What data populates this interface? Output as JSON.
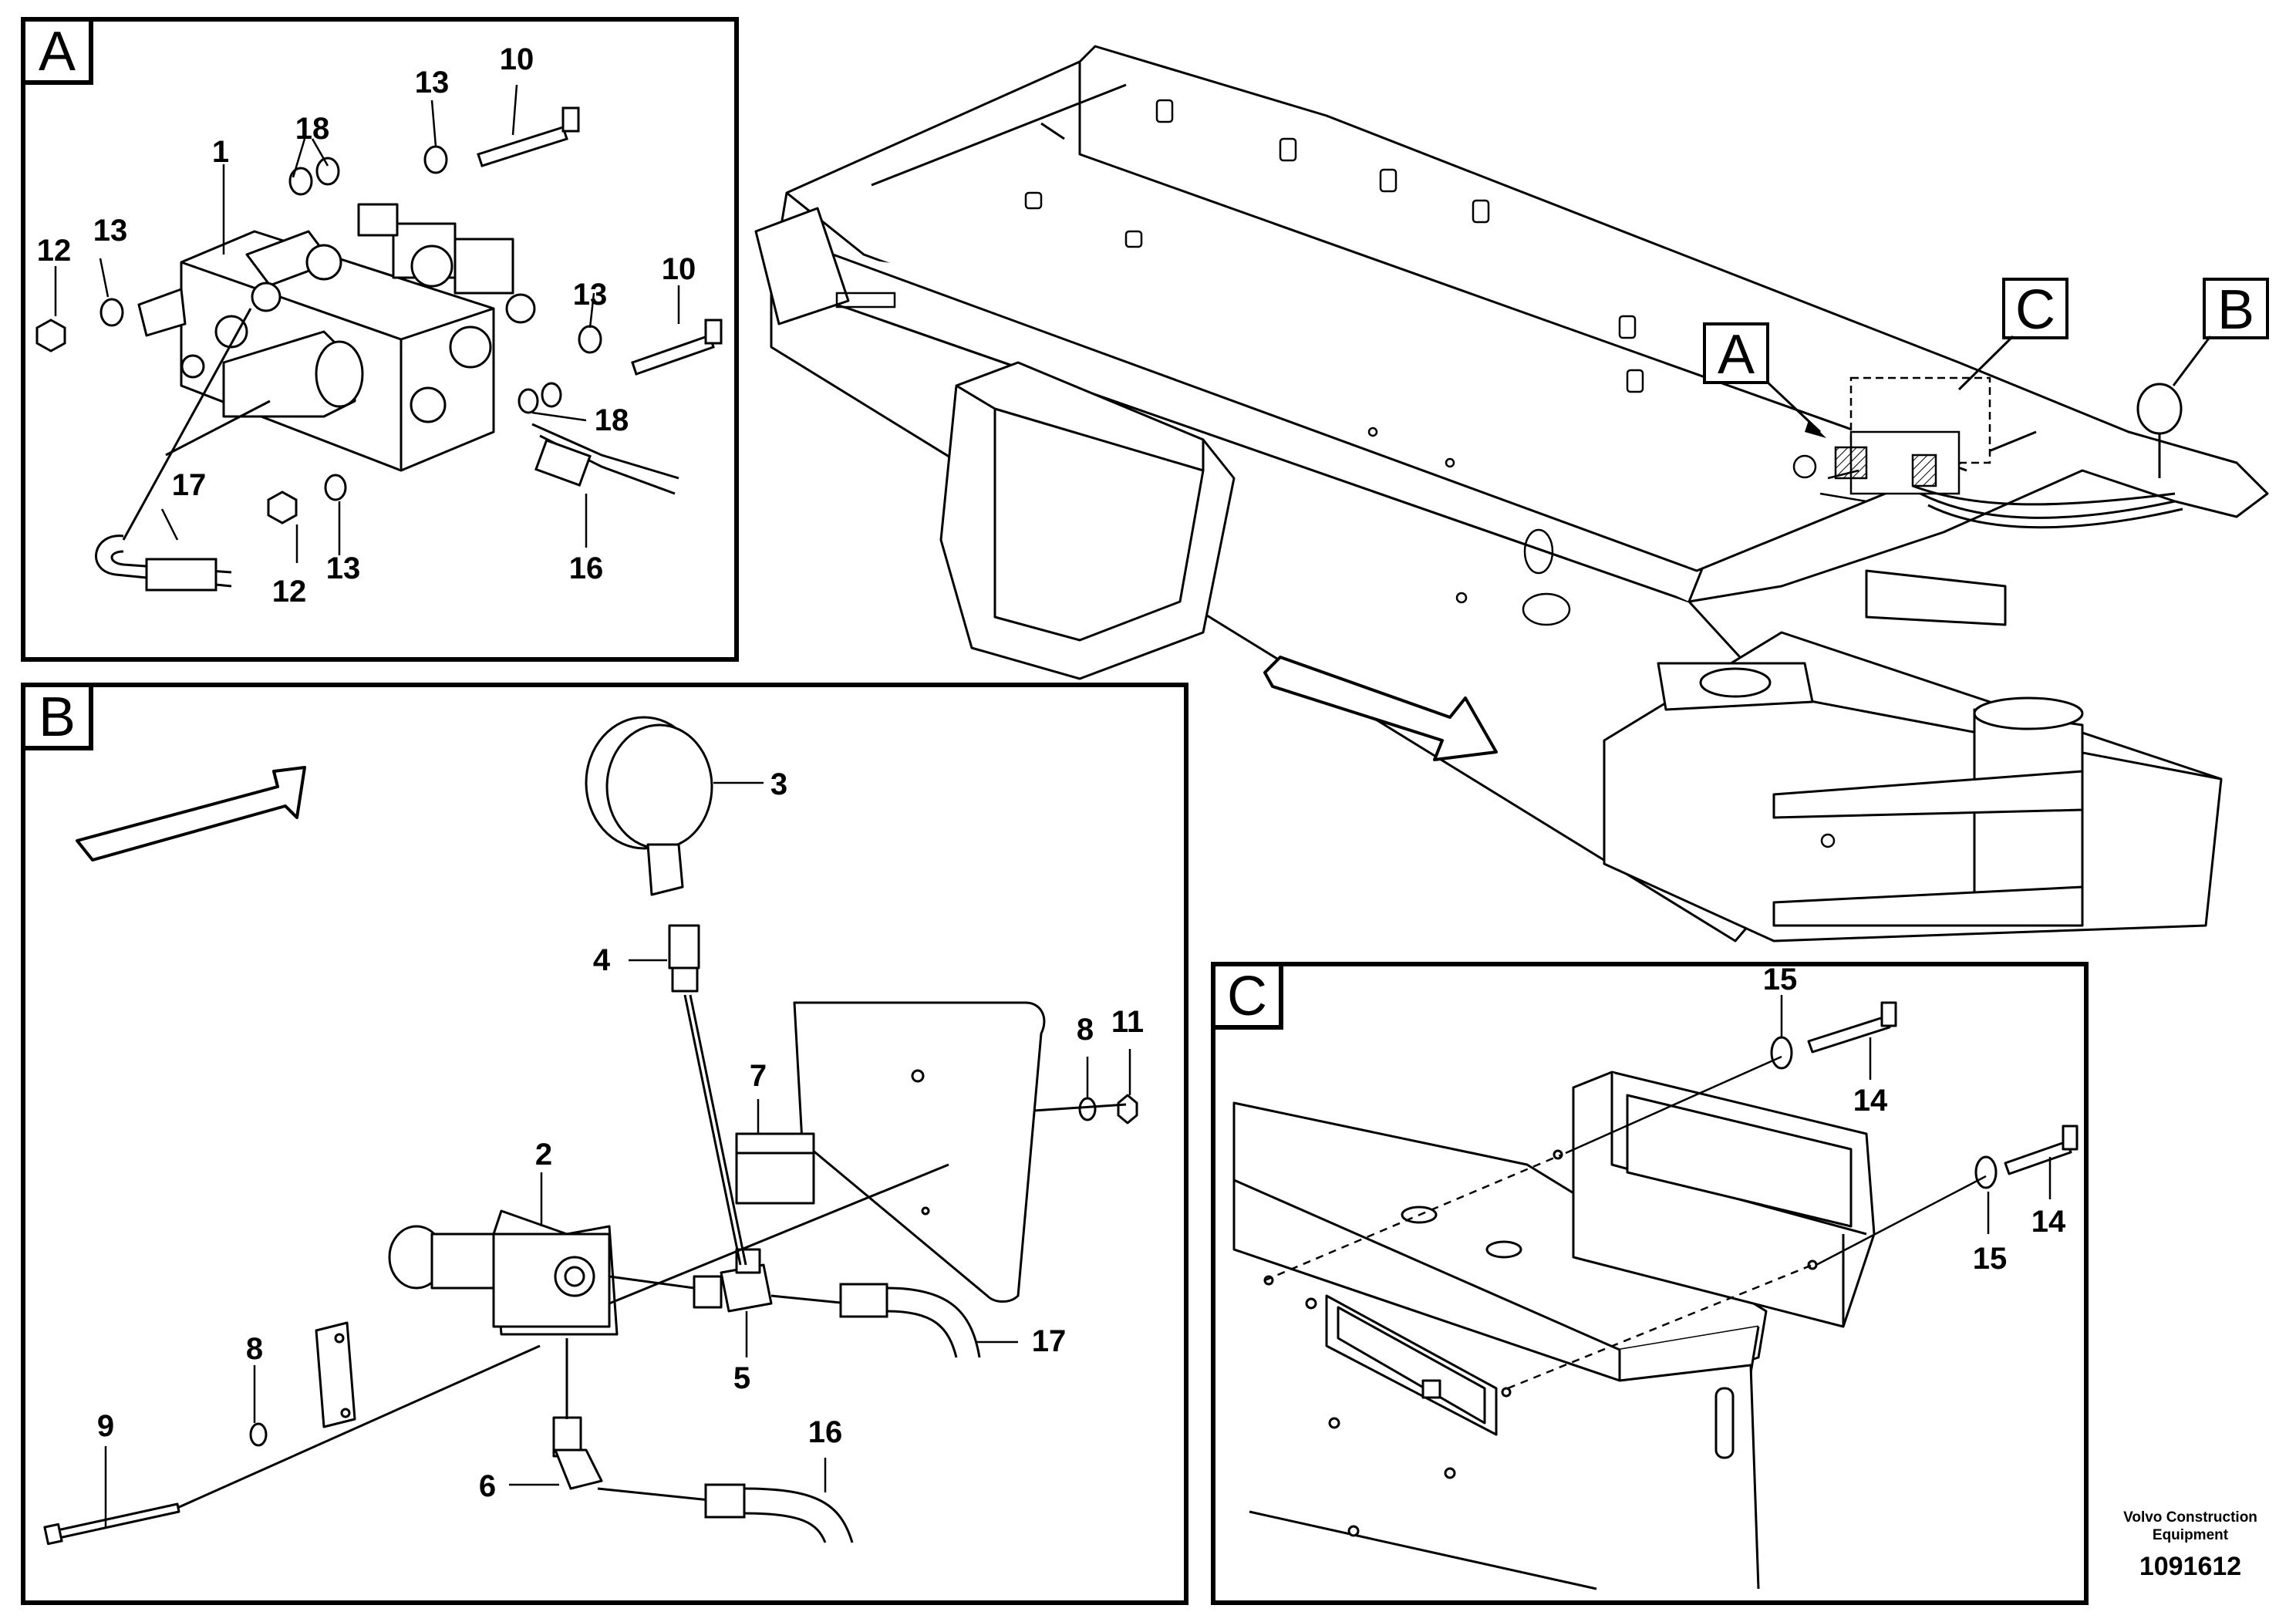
{
  "panels": {
    "a": {
      "letter": "A"
    },
    "b": {
      "letter": "B"
    },
    "c": {
      "letter": "C"
    }
  },
  "overview_callouts": {
    "a": "A",
    "b": "B",
    "c": "C"
  },
  "part_labels": {
    "a": [
      {
        "text": "1"
      },
      {
        "text": "10"
      },
      {
        "text": "10"
      },
      {
        "text": "12"
      },
      {
        "text": "12"
      },
      {
        "text": "13"
      },
      {
        "text": "13"
      },
      {
        "text": "13"
      },
      {
        "text": "13"
      },
      {
        "text": "16"
      },
      {
        "text": "17"
      },
      {
        "text": "18"
      },
      {
        "text": "18"
      }
    ],
    "b": [
      {
        "text": "2"
      },
      {
        "text": "3"
      },
      {
        "text": "4"
      },
      {
        "text": "5"
      },
      {
        "text": "6"
      },
      {
        "text": "7"
      },
      {
        "text": "8"
      },
      {
        "text": "8"
      },
      {
        "text": "9"
      },
      {
        "text": "11"
      },
      {
        "text": "16"
      },
      {
        "text": "17"
      }
    ],
    "c": [
      {
        "text": "14"
      },
      {
        "text": "14"
      },
      {
        "text": "15"
      },
      {
        "text": "15"
      }
    ]
  },
  "publisher": "Volvo Construction\nEquipment",
  "drawing_number": "1091612",
  "colors": {
    "line": "#000000",
    "background": "#ffffff",
    "hose": "#000000"
  }
}
